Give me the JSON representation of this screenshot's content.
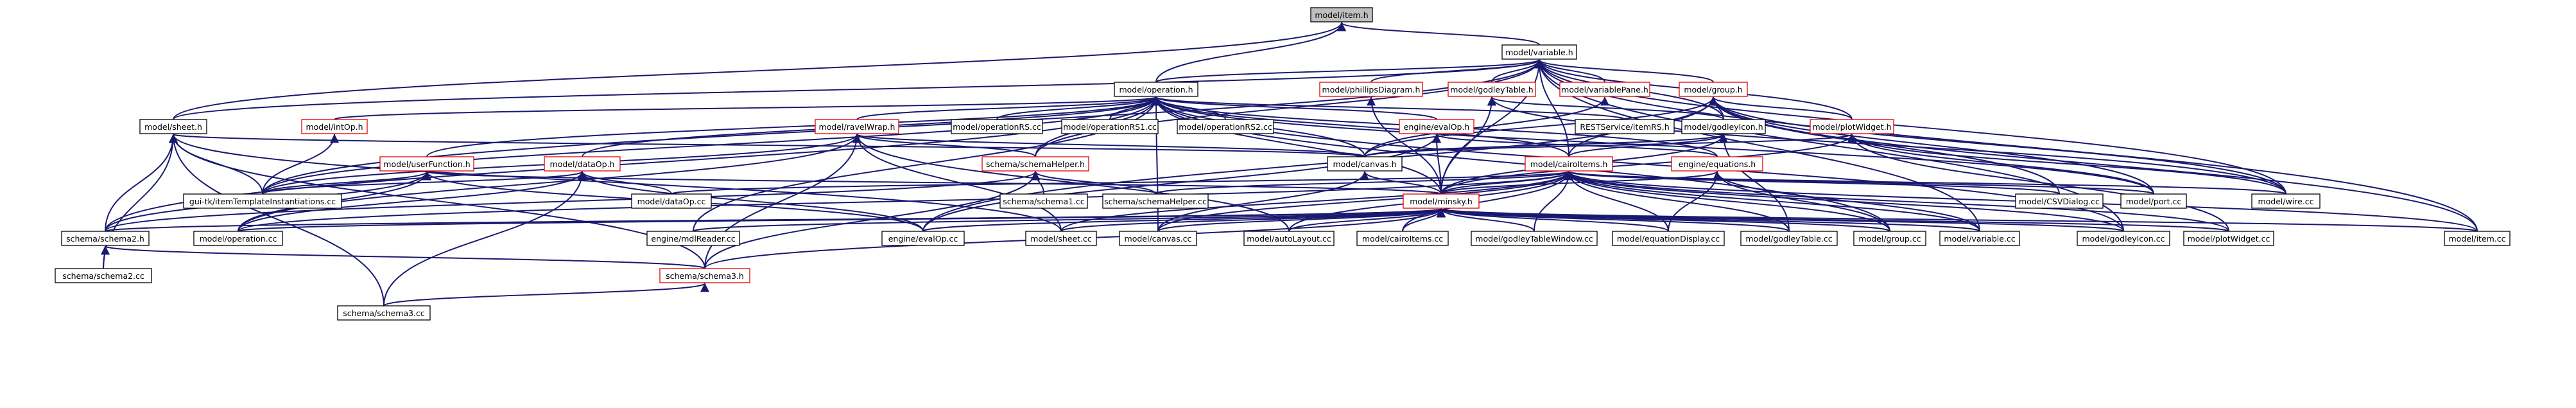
{
  "graph": {
    "title": "",
    "nodes": [
      {
        "id": "item_h",
        "label": "model/item.h",
        "root": true
      },
      {
        "id": "variable_h",
        "label": "model/variable.h"
      },
      {
        "id": "operation_h",
        "label": "model/operation.h"
      },
      {
        "id": "phillipsDiagram_h",
        "label": "model/phillipsDiagram.h",
        "red": true
      },
      {
        "id": "godleyTable_h",
        "label": "model/godleyTable.h",
        "red": true
      },
      {
        "id": "variablePane_h",
        "label": "model/variablePane.h",
        "red": true
      },
      {
        "id": "group_h",
        "label": "model/group.h",
        "red": true
      },
      {
        "id": "sheet_h",
        "label": "model/sheet.h"
      },
      {
        "id": "intOp_h",
        "label": "model/intOp.h",
        "red": true
      },
      {
        "id": "ravelWrap_h",
        "label": "model/ravelWrap.h",
        "red": true
      },
      {
        "id": "operationRS_cc",
        "label": "model/operationRS.cc"
      },
      {
        "id": "operationRS1_cc",
        "label": "model/operationRS1.cc"
      },
      {
        "id": "operationRS2_cc",
        "label": "model/operationRS2.cc"
      },
      {
        "id": "evalOp_h",
        "label": "engine/evalOp.h",
        "red": true
      },
      {
        "id": "RESTService_itemRS_h",
        "label": "RESTService/itemRS.h"
      },
      {
        "id": "godleyIcon_h",
        "label": "model/godleyIcon.h"
      },
      {
        "id": "plotWidget_h",
        "label": "model/plotWidget.h",
        "red": true
      },
      {
        "id": "userFunction_h",
        "label": "model/userFunction.h",
        "red": true
      },
      {
        "id": "dataOp_h",
        "label": "model/dataOp.h",
        "red": true
      },
      {
        "id": "schemaHelper_h",
        "label": "schema/schemaHelper.h",
        "red": true
      },
      {
        "id": "canvas_h",
        "label": "model/canvas.h"
      },
      {
        "id": "cairoItems_h",
        "label": "model/cairoItems.h",
        "red": true
      },
      {
        "id": "equations_h",
        "label": "engine/equations.h",
        "red": true
      },
      {
        "id": "minsky_h",
        "label": "model/minsky.h",
        "red": true
      },
      {
        "id": "itemTemplateInstantiations_cc",
        "label": "gui-tk/itemTemplateInstantiations.cc"
      },
      {
        "id": "dataOp_cc",
        "label": "model/dataOp.cc"
      },
      {
        "id": "schema1_cc",
        "label": "schema/schema1.cc"
      },
      {
        "id": "schemaHelper_cc",
        "label": "schema/schemaHelper.cc"
      },
      {
        "id": "CSVDialog_cc",
        "label": "model/CSVDialog.cc"
      },
      {
        "id": "port_cc",
        "label": "model/port.cc"
      },
      {
        "id": "wire_cc",
        "label": "model/wire.cc"
      },
      {
        "id": "schema2_h",
        "label": "schema/schema2.h"
      },
      {
        "id": "operation_cc",
        "label": "model/operation.cc"
      },
      {
        "id": "mdlReader_cc",
        "label": "engine/mdlReader.cc"
      },
      {
        "id": "evalOp_cc",
        "label": "engine/evalOp.cc"
      },
      {
        "id": "sheet_cc",
        "label": "model/sheet.cc"
      },
      {
        "id": "canvas_cc",
        "label": "model/canvas.cc"
      },
      {
        "id": "autoLayout_cc",
        "label": "model/autoLayout.cc"
      },
      {
        "id": "cairoItems_cc",
        "label": "model/cairoItems.cc"
      },
      {
        "id": "godleyTableWindow_cc",
        "label": "model/godleyTableWindow.cc"
      },
      {
        "id": "equationDisplay_cc",
        "label": "model/equationDisplay.cc"
      },
      {
        "id": "godleyTable_cc",
        "label": "model/godleyTable.cc"
      },
      {
        "id": "group_cc",
        "label": "model/group.cc"
      },
      {
        "id": "variable_cc",
        "label": "model/variable.cc"
      },
      {
        "id": "godleyIcon_cc",
        "label": "model/godleyIcon.cc"
      },
      {
        "id": "plotWidget_cc",
        "label": "model/plotWidget.cc"
      },
      {
        "id": "item_cc",
        "label": "model/item.cc"
      },
      {
        "id": "schema2_cc",
        "label": "schema/schema2.cc"
      },
      {
        "id": "schema3_h",
        "label": "schema/schema3.h",
        "red": true
      },
      {
        "id": "schema3_cc",
        "label": "schema/schema3.cc"
      }
    ],
    "edges": [
      [
        "item_h",
        "variable_h"
      ],
      [
        "item_h",
        "operation_h"
      ],
      [
        "item_h",
        "sheet_h"
      ],
      [
        "variable_h",
        "operation_h"
      ],
      [
        "variable_h",
        "phillipsDiagram_h"
      ],
      [
        "variable_h",
        "godleyTable_h"
      ],
      [
        "variable_h",
        "variablePane_h"
      ],
      [
        "variable_h",
        "group_h"
      ],
      [
        "variable_h",
        "plotWidget_h"
      ],
      [
        "variable_h",
        "godleyIcon_h"
      ],
      [
        "variable_h",
        "schemaHelper_h"
      ],
      [
        "variable_h",
        "minsky_h"
      ],
      [
        "variable_h",
        "cairoItems_h"
      ],
      [
        "variable_h",
        "itemTemplateInstantiations_cc"
      ],
      [
        "variable_h",
        "item_cc"
      ],
      [
        "variable_h",
        "variable_cc"
      ],
      [
        "variable_h",
        "godleyIcon_cc"
      ],
      [
        "variable_h",
        "wire_cc"
      ],
      [
        "variable_h",
        "sheet_h"
      ],
      [
        "operation_h",
        "intOp_h"
      ],
      [
        "operation_h",
        "ravelWrap_h"
      ],
      [
        "operation_h",
        "operationRS_cc"
      ],
      [
        "operation_h",
        "operationRS1_cc"
      ],
      [
        "operation_h",
        "operationRS2_cc"
      ],
      [
        "operation_h",
        "evalOp_h"
      ],
      [
        "operation_h",
        "RESTService_itemRS_h"
      ],
      [
        "operation_h",
        "userFunction_h"
      ],
      [
        "operation_h",
        "dataOp_h"
      ],
      [
        "operation_h",
        "schemaHelper_h"
      ],
      [
        "operation_h",
        "canvas_h"
      ],
      [
        "operation_h",
        "cairoItems_h"
      ],
      [
        "operation_h",
        "equations_h"
      ],
      [
        "operation_h",
        "minsky_h"
      ],
      [
        "operation_h",
        "itemTemplateInstantiations_cc"
      ],
      [
        "operation_h",
        "schema2_h"
      ],
      [
        "operation_h",
        "mdlReader_cc"
      ],
      [
        "operation_h",
        "port_cc"
      ],
      [
        "operation_h",
        "group_cc"
      ],
      [
        "operation_h",
        "godleyIcon_cc"
      ],
      [
        "operation_h",
        "canvas_cc"
      ],
      [
        "phillipsDiagram_h",
        "minsky_h"
      ],
      [
        "godleyTable_h",
        "godleyIcon_h"
      ],
      [
        "godleyTable_h",
        "minsky_h"
      ],
      [
        "godleyTable_h",
        "wire_cc"
      ],
      [
        "variablePane_h",
        "canvas_h"
      ],
      [
        "group_h",
        "godleyIcon_h"
      ],
      [
        "group_h",
        "plotWidget_h"
      ],
      [
        "group_h",
        "canvas_h"
      ],
      [
        "group_h",
        "cairoItems_h"
      ],
      [
        "group_h",
        "CSVDialog_cc"
      ],
      [
        "group_h",
        "port_cc"
      ],
      [
        "group_h",
        "wire_cc"
      ],
      [
        "group_h",
        "item_cc"
      ],
      [
        "group_h",
        "evalOp_cc"
      ],
      [
        "sheet_h",
        "itemTemplateInstantiations_cc"
      ],
      [
        "sheet_h",
        "sheet_cc"
      ],
      [
        "sheet_h",
        "schema2_h"
      ],
      [
        "sheet_h",
        "schema3_h"
      ],
      [
        "sheet_h",
        "schema3_cc"
      ],
      [
        "sheet_h",
        "schema2_cc"
      ],
      [
        "sheet_h",
        "canvas_h"
      ],
      [
        "intOp_h",
        "itemTemplateInstantiations_cc"
      ],
      [
        "ravelWrap_h",
        "canvas_h"
      ],
      [
        "ravelWrap_h",
        "schemaHelper_h"
      ],
      [
        "ravelWrap_h",
        "itemTemplateInstantiations_cc"
      ],
      [
        "ravelWrap_h",
        "schema3_h"
      ],
      [
        "ravelWrap_h",
        "sheet_cc"
      ],
      [
        "ravelWrap_h",
        "autoLayout_cc"
      ],
      [
        "ravelWrap_h",
        "operation_cc"
      ],
      [
        "evalOp_h",
        "minsky_h"
      ],
      [
        "evalOp_h",
        "equations_h"
      ],
      [
        "evalOp_h",
        "evalOp_cc"
      ],
      [
        "godleyIcon_h",
        "canvas_h"
      ],
      [
        "godleyIcon_h",
        "cairoItems_h"
      ],
      [
        "godleyIcon_h",
        "minsky_h"
      ],
      [
        "godleyIcon_h",
        "godleyTable_cc"
      ],
      [
        "plotWidget_h",
        "canvas_h"
      ],
      [
        "plotWidget_h",
        "minsky_h"
      ],
      [
        "plotWidget_h",
        "plotWidget_cc"
      ],
      [
        "plotWidget_h",
        "port_cc"
      ],
      [
        "plotWidget_h",
        "wire_cc"
      ],
      [
        "userFunction_h",
        "itemTemplateInstantiations_cc"
      ],
      [
        "userFunction_h",
        "schema2_h"
      ],
      [
        "userFunction_h",
        "operation_cc"
      ],
      [
        "userFunction_h",
        "evalOp_cc"
      ],
      [
        "userFunction_h",
        "minsky_h"
      ],
      [
        "dataOp_h",
        "dataOp_cc"
      ],
      [
        "dataOp_h",
        "operation_cc"
      ],
      [
        "dataOp_h",
        "evalOp_cc"
      ],
      [
        "dataOp_h",
        "schema3_cc"
      ],
      [
        "dataOp_h",
        "itemTemplateInstantiations_cc"
      ],
      [
        "schemaHelper_h",
        "schema1_cc"
      ],
      [
        "schemaHelper_h",
        "schemaHelper_cc"
      ],
      [
        "schemaHelper_h",
        "schema2_h"
      ],
      [
        "schemaHelper_h",
        "schema3_h"
      ],
      [
        "canvas_h",
        "minsky_h"
      ],
      [
        "canvas_h",
        "canvas_cc"
      ],
      [
        "cairoItems_h",
        "dataOp_cc"
      ],
      [
        "cairoItems_h",
        "schemaHelper_cc"
      ],
      [
        "cairoItems_h",
        "CSVDialog_cc"
      ],
      [
        "cairoItems_h",
        "port_cc"
      ],
      [
        "cairoItems_h",
        "wire_cc"
      ],
      [
        "cairoItems_h",
        "operation_cc"
      ],
      [
        "cairoItems_h",
        "sheet_cc"
      ],
      [
        "cairoItems_h",
        "canvas_cc"
      ],
      [
        "cairoItems_h",
        "autoLayout_cc"
      ],
      [
        "cairoItems_h",
        "cairoItems_cc"
      ],
      [
        "cairoItems_h",
        "godleyTableWindow_cc"
      ],
      [
        "cairoItems_h",
        "equationDisplay_cc"
      ],
      [
        "cairoItems_h",
        "godleyTable_cc"
      ],
      [
        "cairoItems_h",
        "group_cc"
      ],
      [
        "cairoItems_h",
        "variable_cc"
      ],
      [
        "cairoItems_h",
        "godleyIcon_cc"
      ],
      [
        "cairoItems_h",
        "plotWidget_cc"
      ],
      [
        "cairoItems_h",
        "item_cc"
      ],
      [
        "cairoItems_h",
        "minsky_h"
      ],
      [
        "equations_h",
        "minsky_h"
      ],
      [
        "equations_h",
        "equationDisplay_cc"
      ],
      [
        "equations_h",
        "group_cc"
      ],
      [
        "equations_h",
        "variable_cc"
      ],
      [
        "minsky_h",
        "schema2_h"
      ],
      [
        "minsky_h",
        "operation_cc"
      ],
      [
        "minsky_h",
        "mdlReader_cc"
      ],
      [
        "minsky_h",
        "evalOp_cc"
      ],
      [
        "minsky_h",
        "sheet_cc"
      ],
      [
        "minsky_h",
        "canvas_cc"
      ],
      [
        "minsky_h",
        "autoLayout_cc"
      ],
      [
        "minsky_h",
        "cairoItems_cc"
      ],
      [
        "minsky_h",
        "godleyTableWindow_cc"
      ],
      [
        "minsky_h",
        "equationDisplay_cc"
      ],
      [
        "minsky_h",
        "godleyTable_cc"
      ],
      [
        "minsky_h",
        "group_cc"
      ],
      [
        "minsky_h",
        "variable_cc"
      ],
      [
        "minsky_h",
        "godleyIcon_cc"
      ],
      [
        "minsky_h",
        "plotWidget_cc"
      ],
      [
        "minsky_h",
        "item_cc"
      ],
      [
        "minsky_h",
        "schema3_h"
      ],
      [
        "schema2_h",
        "schema2_cc"
      ],
      [
        "schema2_h",
        "schema3_h"
      ],
      [
        "schema3_h",
        "schema3_cc"
      ]
    ]
  }
}
